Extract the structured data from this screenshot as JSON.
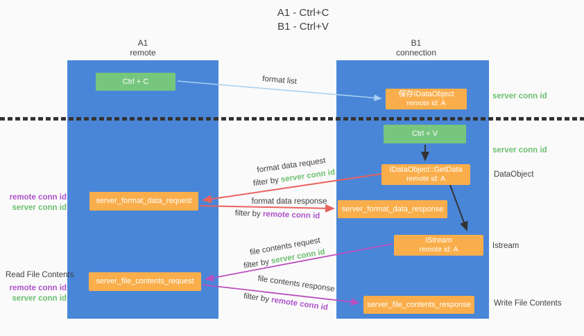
{
  "title": {
    "line1": "A1 - Ctrl+C",
    "line2": "B1 - Ctrl+V"
  },
  "lifelines": {
    "left": {
      "name": "A1",
      "role": "remote"
    },
    "right": {
      "name": "B1",
      "role": "connection"
    }
  },
  "boxes": {
    "ctrl_c": {
      "label": "Ctrl + C"
    },
    "save_idataobject": {
      "line1": "保存IDataObject",
      "line2": "remote id: A"
    },
    "ctrl_v": {
      "label": "Ctrl + V"
    },
    "idataobject_getdata": {
      "line1": "IDataObject::GetData",
      "line2": "remote id: A"
    },
    "server_format_data_request": {
      "label": "server_format_data_request"
    },
    "server_format_data_response": {
      "label": "server_format_data_response"
    },
    "istream": {
      "line1": "IStream",
      "line2": "remote id: A"
    },
    "server_file_contents_request": {
      "label": "server_file_contents_request"
    },
    "server_file_contents_response": {
      "label": "server_file_contents_response"
    }
  },
  "flow_labels": {
    "format_list": "format list",
    "format_data_request": "format data request",
    "format_data_response": "format data response",
    "file_contents_request": "file contents request",
    "file_contents_response": "file contents response",
    "filter_by": "filter by",
    "server_conn_id": "server conn id",
    "remote_conn_id": "remote conn id"
  },
  "side_labels": {
    "right_server_conn_id_top": "server conn id",
    "right_server_conn_id_mid": "server conn id",
    "right_dataobject": "DataObject",
    "right_istream": "Istream",
    "right_write_file_contents": "Write File Contents",
    "left_remote_conn_id_mid": "remote conn id",
    "left_server_conn_id_mid": "server conn id",
    "left_read_file_contents": "Read File Contents",
    "left_remote_conn_id_bottom": "remote conn id",
    "left_server_conn_id_bottom": "server conn id"
  },
  "colors": {
    "background": "#fafafa",
    "lifeline_blue": "#4a86d8",
    "action_green": "#77c67d",
    "message_orange": "#f9ae4b",
    "arrow_light_blue": "#a9d1f0",
    "arrow_red": "#e8625f",
    "arrow_magenta": "#ba4ebe",
    "arrow_black": "#333333",
    "text_green": "#6cc06e",
    "text_purple": "#ad53cb",
    "text_dark": "#3f3f3f"
  }
}
